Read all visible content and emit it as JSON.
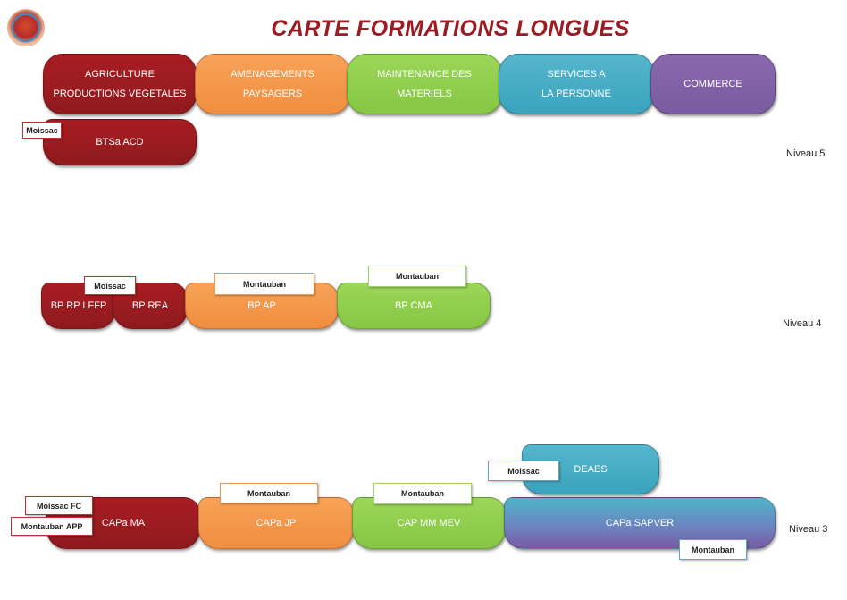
{
  "title": "CARTE FORMATIONS LONGUES",
  "categories": [
    {
      "line1": "AGRICULTURE",
      "line2": "PRODUCTIONS VEGETALES"
    },
    {
      "line1": "AMENAGEMENTS",
      "line2": "PAYSAGERS"
    },
    {
      "line1": "MAINTENANCE DES",
      "line2": "MATERIELS"
    },
    {
      "line1": "SERVICES A",
      "line2": "LA PERSONNE"
    },
    {
      "line1": "COMMERCE",
      "line2": ""
    }
  ],
  "niveau5": {
    "label": "Niveau 5",
    "btsa": {
      "name": "BTSa ACD",
      "site": "Moissac"
    }
  },
  "niveau4": {
    "label": "Niveau 4",
    "bp_rp_lffp": "BP RP LFFP",
    "bp_rea": "BP REA",
    "bp_site": "Moissac",
    "bp_ap": {
      "name": "BP AP",
      "site": "Montauban"
    },
    "bp_cma": {
      "name": "BP CMA",
      "site": "Montauban"
    }
  },
  "niveau3": {
    "label": "Niveau 3",
    "capa_ma": {
      "name": "CAPa MA",
      "site1": "Moissac FC",
      "site2": "Montauban APP"
    },
    "capa_jp": {
      "name": "CAPa JP",
      "site": "Montauban"
    },
    "cap_mm_mev": {
      "name": "CAP MM MEV",
      "site": "Montauban"
    },
    "deaes": {
      "name": "DEAES",
      "site": "Moissac"
    },
    "capa_sapver": {
      "name": "CAPa SAPVER",
      "site": "Montauban"
    }
  }
}
